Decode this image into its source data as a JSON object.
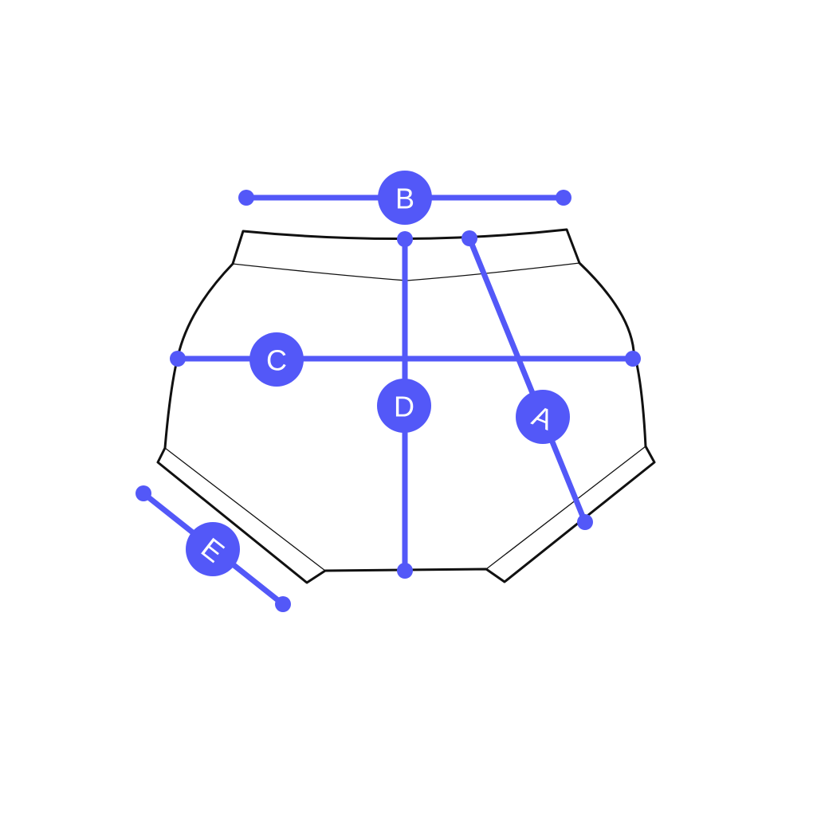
{
  "accent_color": "#5358f8",
  "outline_color": "#111111",
  "garment": "shorts-outline",
  "measurements": {
    "A": {
      "label": "A"
    },
    "B": {
      "label": "B"
    },
    "C": {
      "label": "C"
    },
    "D": {
      "label": "D"
    },
    "E": {
      "label": "E"
    }
  }
}
